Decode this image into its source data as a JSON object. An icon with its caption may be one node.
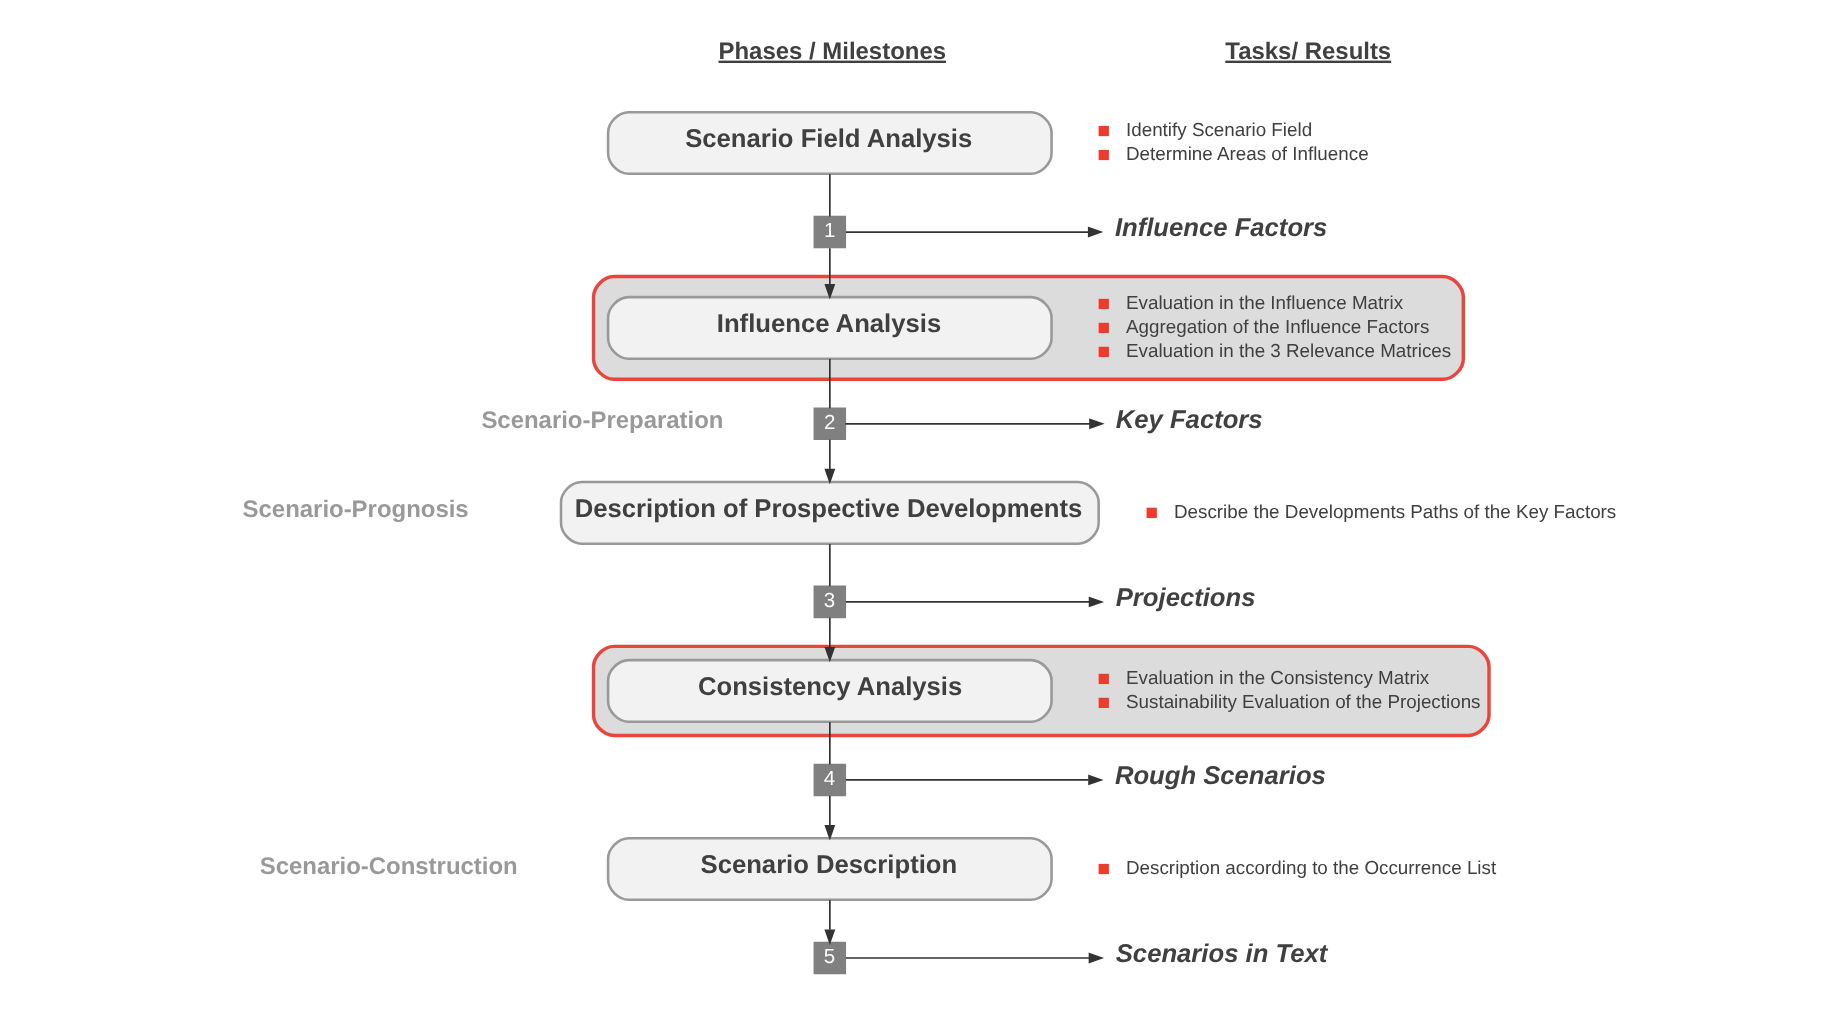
{
  "diagram": {
    "nodes": [
      {
        "text": [
          "Scenario Field Analysis"
        ],
        "beside": [
          "Identify Scenario Field",
          "Determine Areas of Influence"
        ]
      },
      {
        "text": [
          "1"
        ]
      },
      {
        "text": [
          "Influence Factors"
        ]
      },
      {
        "text": [],
        "shape": "box"
      },
      {
        "text": [
          "Influence Analysis"
        ],
        "in": 3,
        "beside": [
          "Evaluation in the Influence Matrix",
          "Aggregation of the Influence Factors",
          "Evaluation in the 3 Relevance Matrices"
        ]
      },
      {
        "text": [
          "2"
        ]
      },
      {
        "text": [
          "Key Factors"
        ]
      },
      {
        "text": [
          "Description of Prospective Developments"
        ],
        "beside": [
          "Describe the Developments Paths of the Key Factors"
        ]
      },
      {
        "text": [
          "3"
        ]
      },
      {
        "text": [
          "Projections"
        ]
      },
      {
        "text": [],
        "shape": "box"
      },
      {
        "text": [
          "Consistency Analysis"
        ],
        "in": 10,
        "beside": [
          "Evaluation in the Consistency Matrix",
          "Sustainability Evaluation of the Projections"
        ]
      },
      {
        "text": [
          "4"
        ]
      },
      {
        "text": [
          "Rough Scenarios"
        ]
      },
      {
        "text": [
          "Scenario Description"
        ],
        "beside": [
          "Description according to the Occurrence List"
        ]
      },
      {
        "text": [
          "5"
        ]
      },
      {
        "text": [
          "Scenarios in Text"
        ]
      }
    ],
    "edges": [
      {
        "from": 0,
        "to": 1,
        "arrow": "none"
      },
      {
        "from": 1,
        "to": 2,
        "arrow": "to"
      },
      {
        "from": 1,
        "to": 4,
        "arrow": "to"
      },
      {
        "from": 4,
        "to": 5,
        "arrow": "none"
      },
      {
        "from": 5,
        "to": 6,
        "arrow": "to"
      },
      {
        "from": 5,
        "to": 7,
        "arrow": "to"
      },
      {
        "from": 7,
        "to": 8,
        "arrow": "none"
      },
      {
        "from": 8,
        "to": 9,
        "arrow": "to"
      },
      {
        "from": 8,
        "to": 11,
        "arrow": "to"
      },
      {
        "from": 11,
        "to": 12,
        "arrow": "none"
      },
      {
        "from": 12,
        "to": 13,
        "arrow": "to"
      },
      {
        "from": 12,
        "to": 14,
        "arrow": "to"
      },
      {
        "from": 14,
        "to": 15,
        "arrow": "to"
      },
      {
        "from": 15,
        "to": 16,
        "arrow": "to"
      }
    ],
    "labels": [
      "Phases / Milestones",
      "Tasks/ Results",
      "Scenario-Preparation",
      "Scenario-Prognosis",
      "Scenario-Construction"
    ]
  }
}
